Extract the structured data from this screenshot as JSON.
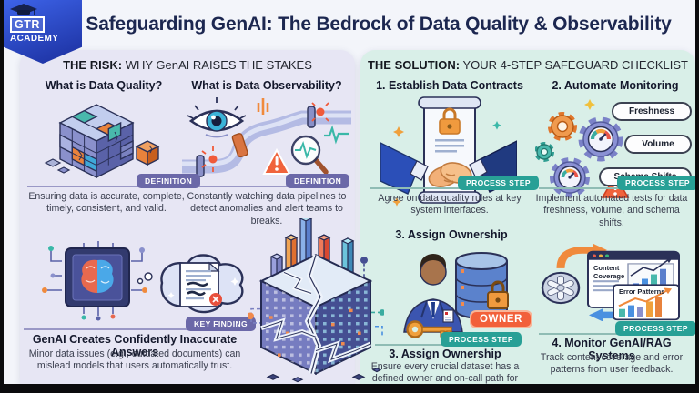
{
  "title": "Safeguarding GenAI: The Bedrock of Data Quality & Observability",
  "logo": {
    "line1": "GTR",
    "line2": "ACADEMY",
    "icon": "graduation-cap"
  },
  "risk_panel": {
    "header_bold": "THE RISK:",
    "header_rest": "WHY GenAI RAISES THE STAKES",
    "cards": [
      {
        "heading": "What is Data Quality?",
        "badge": "DEFINITION",
        "body": "Ensuring data is accurate, complete, timely, consistent, and valid."
      },
      {
        "heading": "What is Data Observability?",
        "badge": "DEFINITION",
        "body": "Constantly watching data pipelines to detect anomalies and alert teams to breaks."
      }
    ],
    "finding": {
      "badge": "KEY FINDING",
      "heading": "GenAI Creates Confidently Inaccurate Answers",
      "body": "Minor data issues (e.g., outdated documents) can mislead models that users automatically trust."
    }
  },
  "solution_panel": {
    "header_bold": "THE SOLUTION:",
    "header_rest": "YOUR 4-STEP SAFEGUARD CHECKLIST",
    "steps": [
      {
        "heading": "1. Establish Data Contracts",
        "badge": "PROCESS STEP",
        "body": "Agree on data quality rules at key system interfaces."
      },
      {
        "heading": "2. Automate Monitoring",
        "badge": "PROCESS STEP",
        "pills": [
          "Freshness",
          "Volume",
          "Schema Shifts"
        ],
        "body": "Implement automated tests for data freshness, volume, and schema shifts."
      },
      {
        "heading_top": "3. Assign Ownership",
        "heading": "3. Assign Ownership",
        "badge": "PROCESS STEP",
        "owner_label": "OWNER",
        "body": "Ensure every crucial dataset has a defined owner and on-call path for alerts."
      },
      {
        "heading": "4. Monitor GenAI/RAG Systems",
        "badge": "PROCESS STEP",
        "labels": [
          "Content Coverage",
          "Error Patterns"
        ],
        "body": "Track content coverage and error patterns from user feedback."
      }
    ]
  },
  "colors": {
    "title_navy": "#1c2750",
    "risk_panel_bg": "#e7e6f4",
    "solution_panel_bg": "#d9efe8",
    "definition_badge": "#6b68a8",
    "process_badge": "#28a096",
    "owner_orange": "#f2603a",
    "alert_orange": "#f0633c",
    "logo_blue": "#2a47c4",
    "frame_black": "#0b0b0d"
  }
}
